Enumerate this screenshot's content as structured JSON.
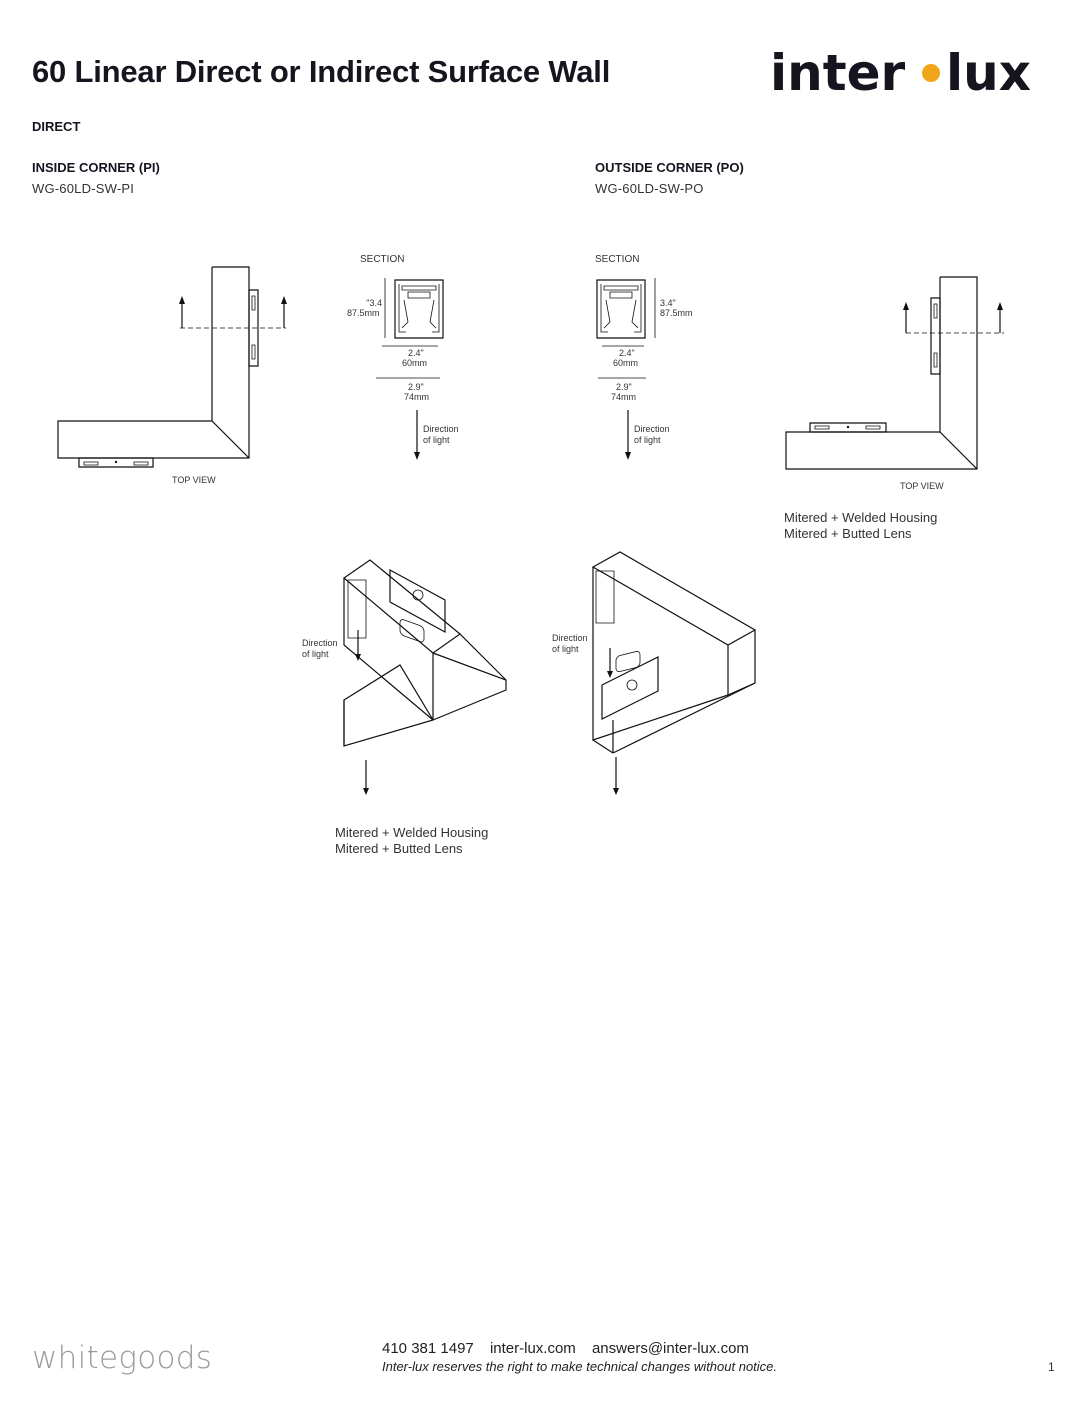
{
  "header": {
    "title": "60 Linear Direct or Indirect Surface Wall",
    "logo_left": "inter",
    "logo_right": "lux",
    "logo_dot_color": "#f2a51a"
  },
  "section_label": "DIRECT",
  "inside": {
    "heading": "INSIDE CORNER (PI)",
    "code": "WG-60LD-SW-PI",
    "section_label": "SECTION",
    "height_in": "3.4\"",
    "height_mm": "87.5mm",
    "width_in": "2.4\"",
    "width_mm": "60mm",
    "depth_in": "2.9\"",
    "depth_mm": "74mm",
    "direction_1": "Direction",
    "direction_2": "of light",
    "top_view": "TOP VIEW",
    "iso_direction_1": "Direction",
    "iso_direction_2": "of light",
    "note_1": "Mitered + Welded Housing",
    "note_2": "Mitered + Butted Lens"
  },
  "outside": {
    "heading": "OUTSIDE CORNER (PO)",
    "code": "WG-60LD-SW-PO",
    "section_label": "SECTION",
    "height_in": "3.4\"",
    "height_mm": "87.5mm",
    "width_in": "2.4\"",
    "width_mm": "60mm",
    "depth_in": "2.9\"",
    "depth_mm": "74mm",
    "direction_1": "Direction",
    "direction_2": "of light",
    "top_view": "TOP VIEW",
    "iso_direction_1": "Direction",
    "iso_direction_2": "of light",
    "note_1": "Mitered + Welded Housing",
    "note_2": "Mitered + Butted Lens"
  },
  "footer": {
    "brand": "whitegoods",
    "phone": "410 381 1497",
    "website": "inter-lux.com",
    "email": "answers@inter-lux.com",
    "disclaimer": "Inter-lux reserves the right to make technical changes without notice.",
    "page": "1"
  }
}
